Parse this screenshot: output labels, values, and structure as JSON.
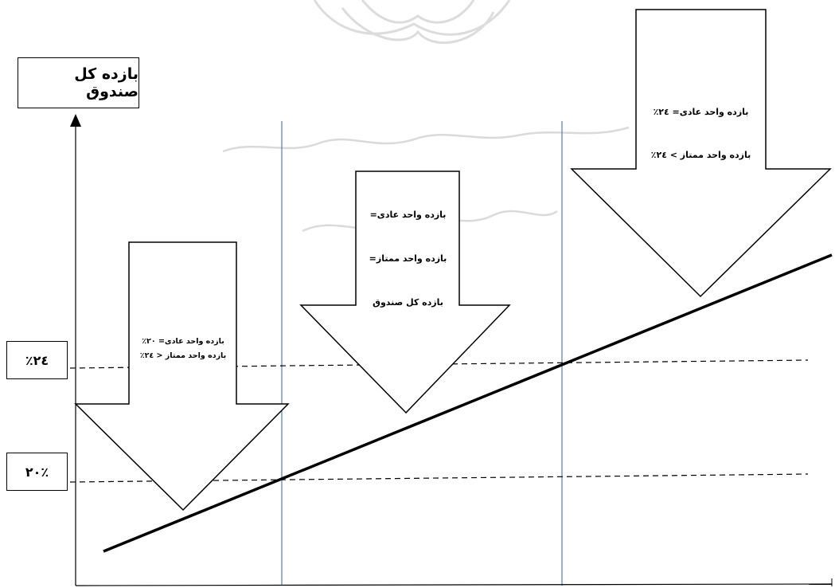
{
  "title_box": {
    "label": "بازده کل صندوق",
    "dot": "."
  },
  "level_boxes": {
    "high": "۲٤٪",
    "low": "۲۰٪"
  },
  "arrows": {
    "left": {
      "line1": "بازده واحد عادی= ۲۰٪",
      "line2": "بازده واحد ممتاز < ۲٤٪"
    },
    "middle": {
      "line1": "بازده واحد عادی=",
      "line2": "بازده واحد  ممتاز=",
      "line3": "بازده کل صندوق"
    },
    "right": {
      "line1": "بازده واحد عادی= ۲٤٪",
      "line2": "بازده واحد  ممتاز > ۲٤٪"
    }
  },
  "colors": {
    "stroke": "#000000",
    "divider": "#4a7ebb",
    "watermark": "#d0d0d0"
  }
}
